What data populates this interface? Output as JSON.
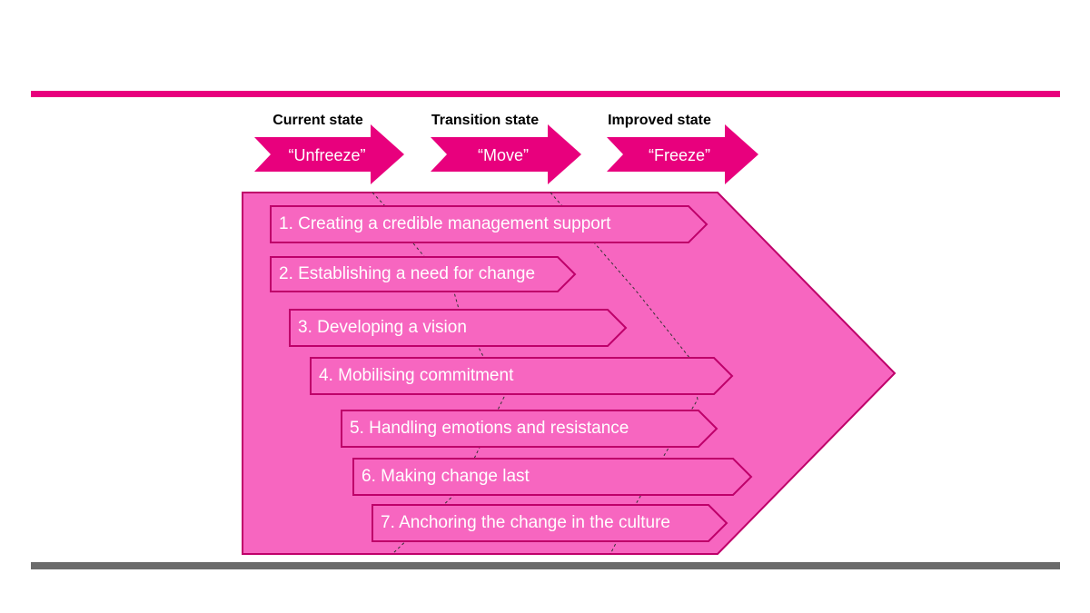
{
  "colors": {
    "accent": "#e8007d",
    "panel_fill": "#f766c0",
    "panel_stroke": "#bf006a",
    "bottom_rule": "#6b6b6b"
  },
  "phases": [
    {
      "label": "Current state",
      "name": "“Unfreeze”"
    },
    {
      "label": "Transition  state",
      "name": "“Move”"
    },
    {
      "label": "Improved state",
      "name": "“Freeze”"
    }
  ],
  "steps": [
    "1. Creating a credible management support",
    "2. Establishing a need for change",
    "3. Developing a vision",
    "4. Mobilising commitment",
    "5. Handling emotions and resistance",
    "6. Making change last",
    "7. Anchoring the change in the culture"
  ]
}
